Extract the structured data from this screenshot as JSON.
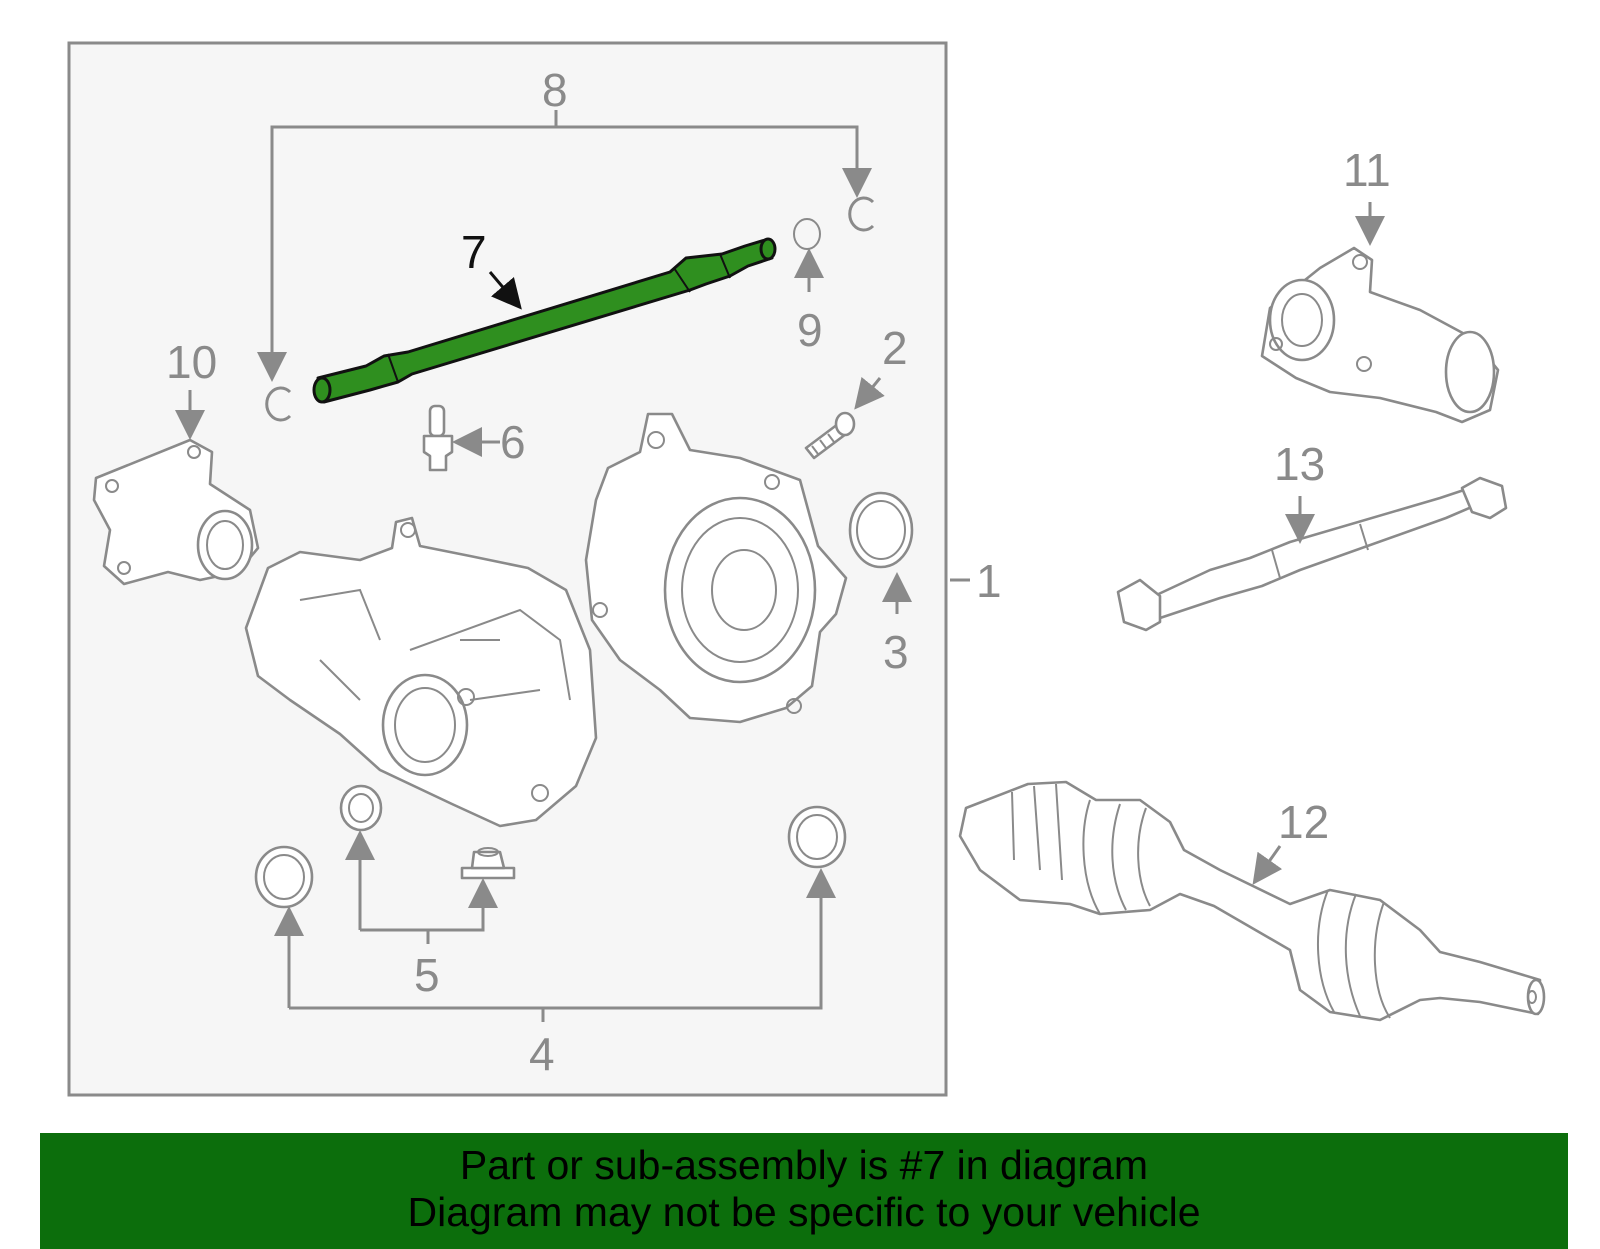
{
  "diagram": {
    "highlight_color": "#2f8f1f",
    "callouts": [
      "1",
      "2",
      "3",
      "4",
      "5",
      "6",
      "7",
      "8",
      "9",
      "10",
      "11",
      "12",
      "13"
    ],
    "highlighted_callout": "7"
  },
  "banner": {
    "line1": "Part or sub-assembly is #7 in diagram",
    "line2": "Diagram may not be specific to your vehicle",
    "background": "#0c6e0c"
  }
}
